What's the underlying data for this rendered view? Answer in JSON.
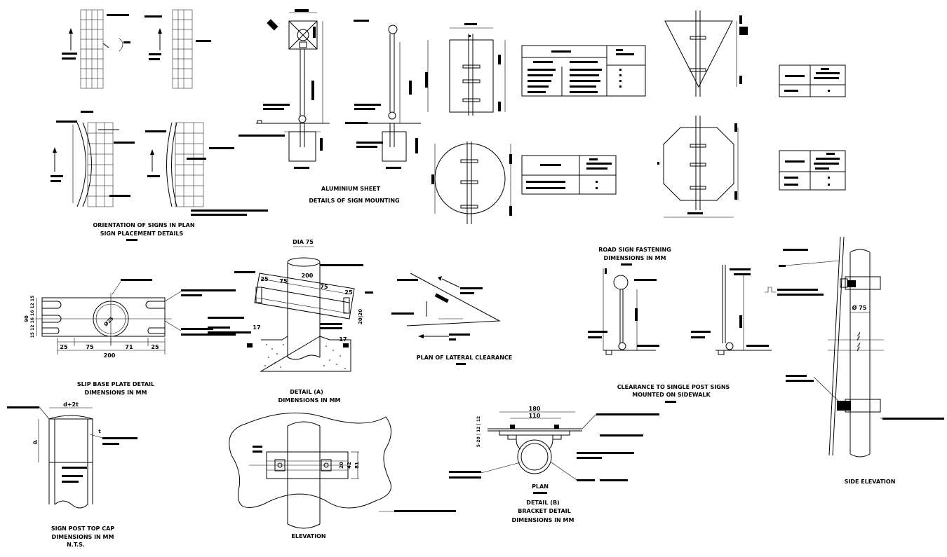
{
  "captions": {
    "orientation_l1": "ORIENTATION OF SIGNS IN PLAN",
    "orientation_l2": "SIGN PLACEMENT DETAILS",
    "aluminium": "ALUMINIUM SHEET",
    "mounting": "DETAILS OF SIGN MOUNTING",
    "road_fastening_l1": "ROAD SIGN FASTENING",
    "road_fastening_l2": "DIMENSIONS IN MM",
    "lateral": "PLAN OF LATERAL CLEARANCE",
    "slip_l1": "SLIP BASE PLATE DETAIL",
    "slip_l2": "DIMENSIONS IN MM",
    "detail_a_l1": "DETAIL (A)",
    "detail_a_l2": "DIMENSIONS IN MM",
    "clearance_l1": "CLEARANCE TO SINGLE POST SIGNS",
    "clearance_l2": "MOUNTED ON SIDEWALK",
    "side_elev": "SIDE ELEVATION",
    "top_cap_l1": "SIGN POST TOP CAP",
    "top_cap_l2": "DIMENSIONS IN MM",
    "top_cap_l3": "N.T.S.",
    "elevation": "ELEVATION",
    "plan": "PLAN",
    "detail_b_l1": "DETAIL (B)",
    "detail_b_l2": "BRACKET DETAIL",
    "detail_b_l3": "DIMENSIONS IN MM"
  },
  "dims": {
    "dia": "DIA 75",
    "d200_top": "200",
    "d75a": "75",
    "d75b": "75",
    "d25a": "25",
    "d25b": "25",
    "d17a": "17",
    "d17b": "17",
    "d2020": "20|20",
    "slip_25a": "25",
    "slip_75": "75",
    "slip_71": "71",
    "slip_25b": "25",
    "slip_200": "200",
    "slip_90": "90",
    "slip_stack": "15 12 16 16 12 15",
    "slip_d25": "Ø25",
    "dplusd": "d+2t",
    "d_label": "d",
    "t_label": "t",
    "b180": "180",
    "b110": "110",
    "b_side": "5-20 | 12 | 12",
    "phi75": "Ø 75",
    "e20": "20",
    "e42": "42",
    "e81": "81"
  }
}
